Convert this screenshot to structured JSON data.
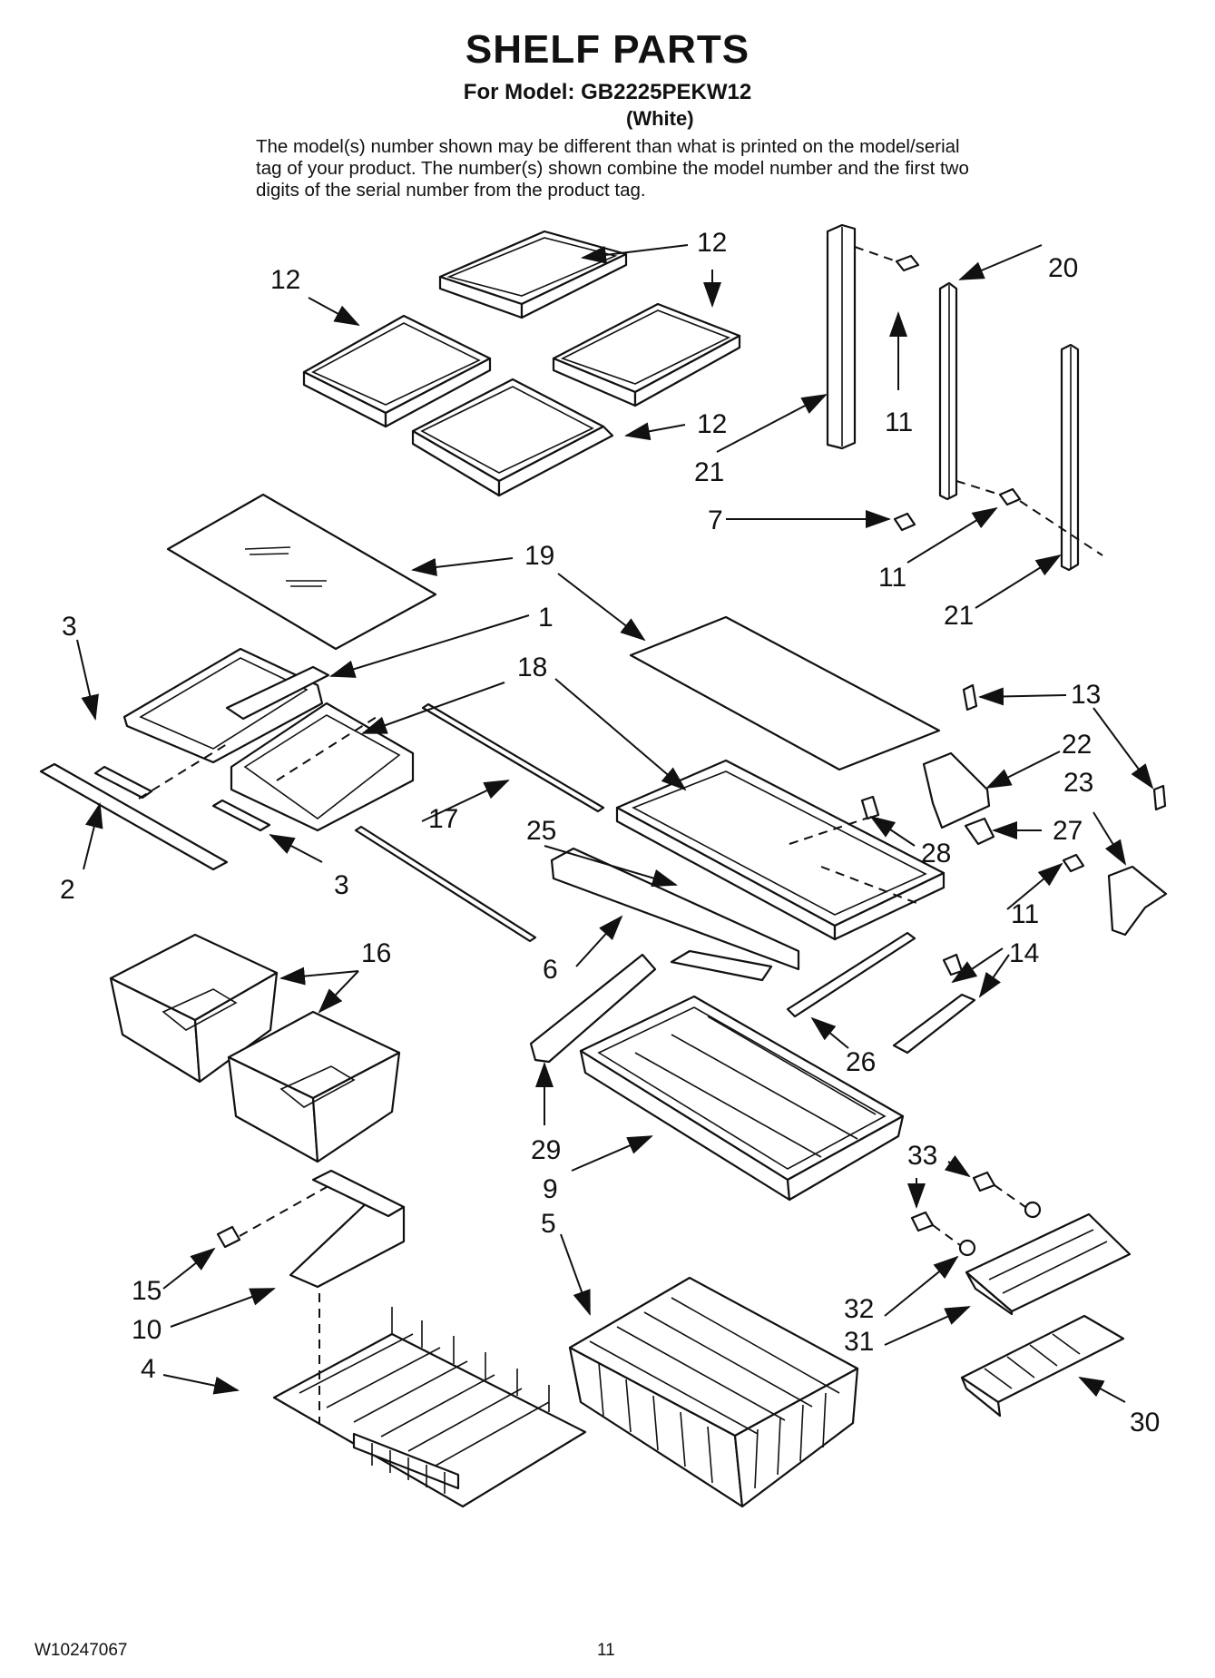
{
  "header": {
    "title": "SHELF PARTS",
    "model_line": "For Model: GB2225PEKW12",
    "color": "(White)",
    "note": "The model(s) number shown may be different than what is printed on the model/serial tag of your product. The number(s) shown combine the model number and the first two digits of the serial number from the product tag."
  },
  "callouts": [
    {
      "id": "c12a",
      "text": "12"
    },
    {
      "id": "c12b",
      "text": "12"
    },
    {
      "id": "c12c",
      "text": "12"
    },
    {
      "id": "c12d",
      "text": "12"
    },
    {
      "id": "c20",
      "text": "20"
    },
    {
      "id": "c11a",
      "text": "11"
    },
    {
      "id": "c21a",
      "text": "21"
    },
    {
      "id": "c7",
      "text": "7"
    },
    {
      "id": "c11b",
      "text": "11"
    },
    {
      "id": "c21b",
      "text": "21"
    },
    {
      "id": "c19",
      "text": "19"
    },
    {
      "id": "c3a",
      "text": "3"
    },
    {
      "id": "c1",
      "text": "1"
    },
    {
      "id": "c18",
      "text": "18"
    },
    {
      "id": "c13",
      "text": "13"
    },
    {
      "id": "c22",
      "text": "22"
    },
    {
      "id": "c23",
      "text": "23"
    },
    {
      "id": "c17",
      "text": "17"
    },
    {
      "id": "c25",
      "text": "25"
    },
    {
      "id": "c27",
      "text": "27"
    },
    {
      "id": "c2",
      "text": "2"
    },
    {
      "id": "c3b",
      "text": "3"
    },
    {
      "id": "c28",
      "text": "28"
    },
    {
      "id": "c11c",
      "text": "11"
    },
    {
      "id": "c16",
      "text": "16"
    },
    {
      "id": "c6",
      "text": "6"
    },
    {
      "id": "c14",
      "text": "14"
    },
    {
      "id": "c26",
      "text": "26"
    },
    {
      "id": "c29",
      "text": "29"
    },
    {
      "id": "c33",
      "text": "33"
    },
    {
      "id": "c9",
      "text": "9"
    },
    {
      "id": "c5",
      "text": "5"
    },
    {
      "id": "c15",
      "text": "15"
    },
    {
      "id": "c32",
      "text": "32"
    },
    {
      "id": "c10",
      "text": "10"
    },
    {
      "id": "c31",
      "text": "31"
    },
    {
      "id": "c4",
      "text": "4"
    },
    {
      "id": "c30",
      "text": "30"
    }
  ],
  "footer": {
    "doc_number": "W10247067",
    "page_number": "11"
  }
}
